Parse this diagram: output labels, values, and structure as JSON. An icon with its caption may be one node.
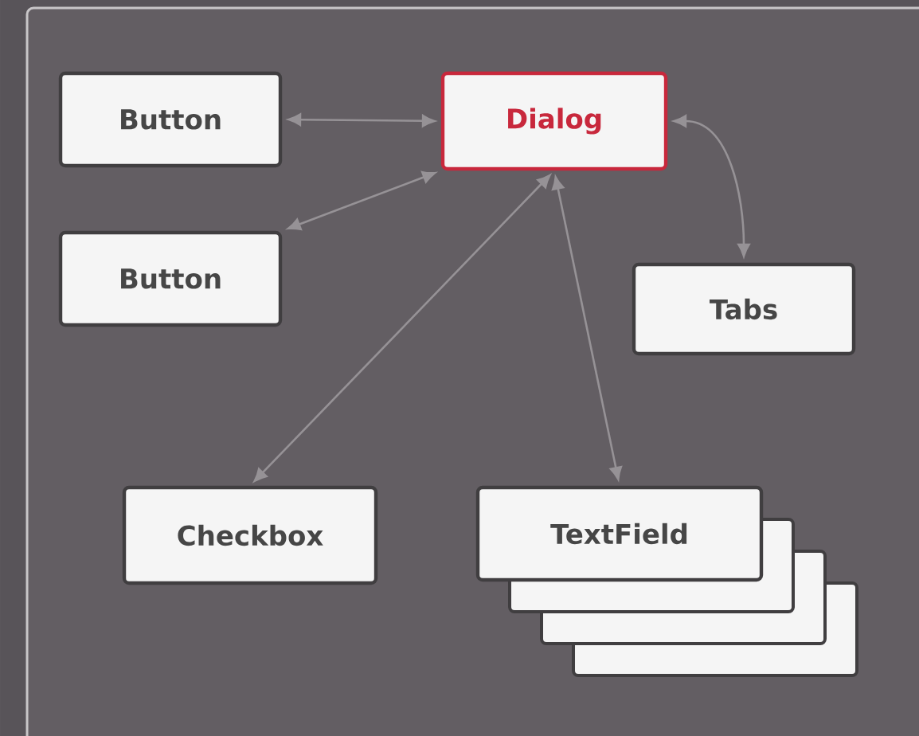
{
  "diagram": {
    "nodes": [
      {
        "text": [
          "Button"
        ]
      },
      {
        "text": [
          "Dialog"
        ]
      },
      {
        "text": [
          "Button"
        ]
      },
      {
        "text": [
          "Tabs"
        ]
      },
      {
        "text": [
          "Checkbox"
        ]
      },
      {
        "text": [
          "TextField"
        ]
      }
    ],
    "edges": [
      {
        "from": 0,
        "to": 1,
        "arrow": "both"
      },
      {
        "from": 2,
        "to": 1,
        "arrow": "both"
      },
      {
        "from": 1,
        "to": 3,
        "arrow": "both"
      },
      {
        "from": 4,
        "to": 1,
        "arrow": "both"
      },
      {
        "from": 5,
        "to": 1,
        "arrow": "both"
      }
    ]
  }
}
